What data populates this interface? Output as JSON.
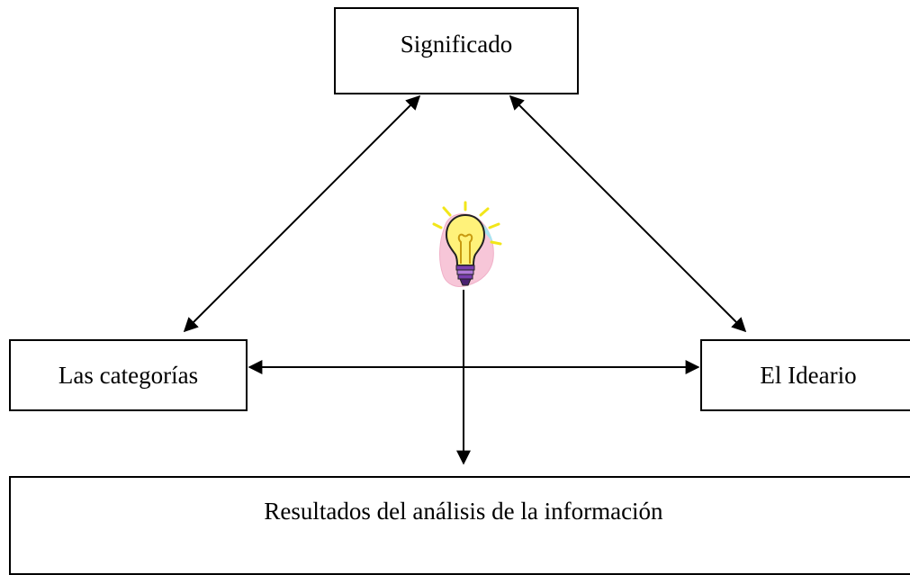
{
  "nodes": {
    "significado": "Significado",
    "categorias": "Las categorías",
    "ideario": "El Ideario",
    "resultados": "Resultados del análisis de la información"
  },
  "icons": {
    "center": "lightbulb-icon"
  },
  "edges": [
    {
      "from": "significado",
      "to": "categorias",
      "direction": "both"
    },
    {
      "from": "significado",
      "to": "ideario",
      "direction": "both"
    },
    {
      "from": "categorias",
      "to": "ideario",
      "direction": "both"
    },
    {
      "from": "lightbulb",
      "to": "resultados",
      "direction": "forward"
    }
  ]
}
